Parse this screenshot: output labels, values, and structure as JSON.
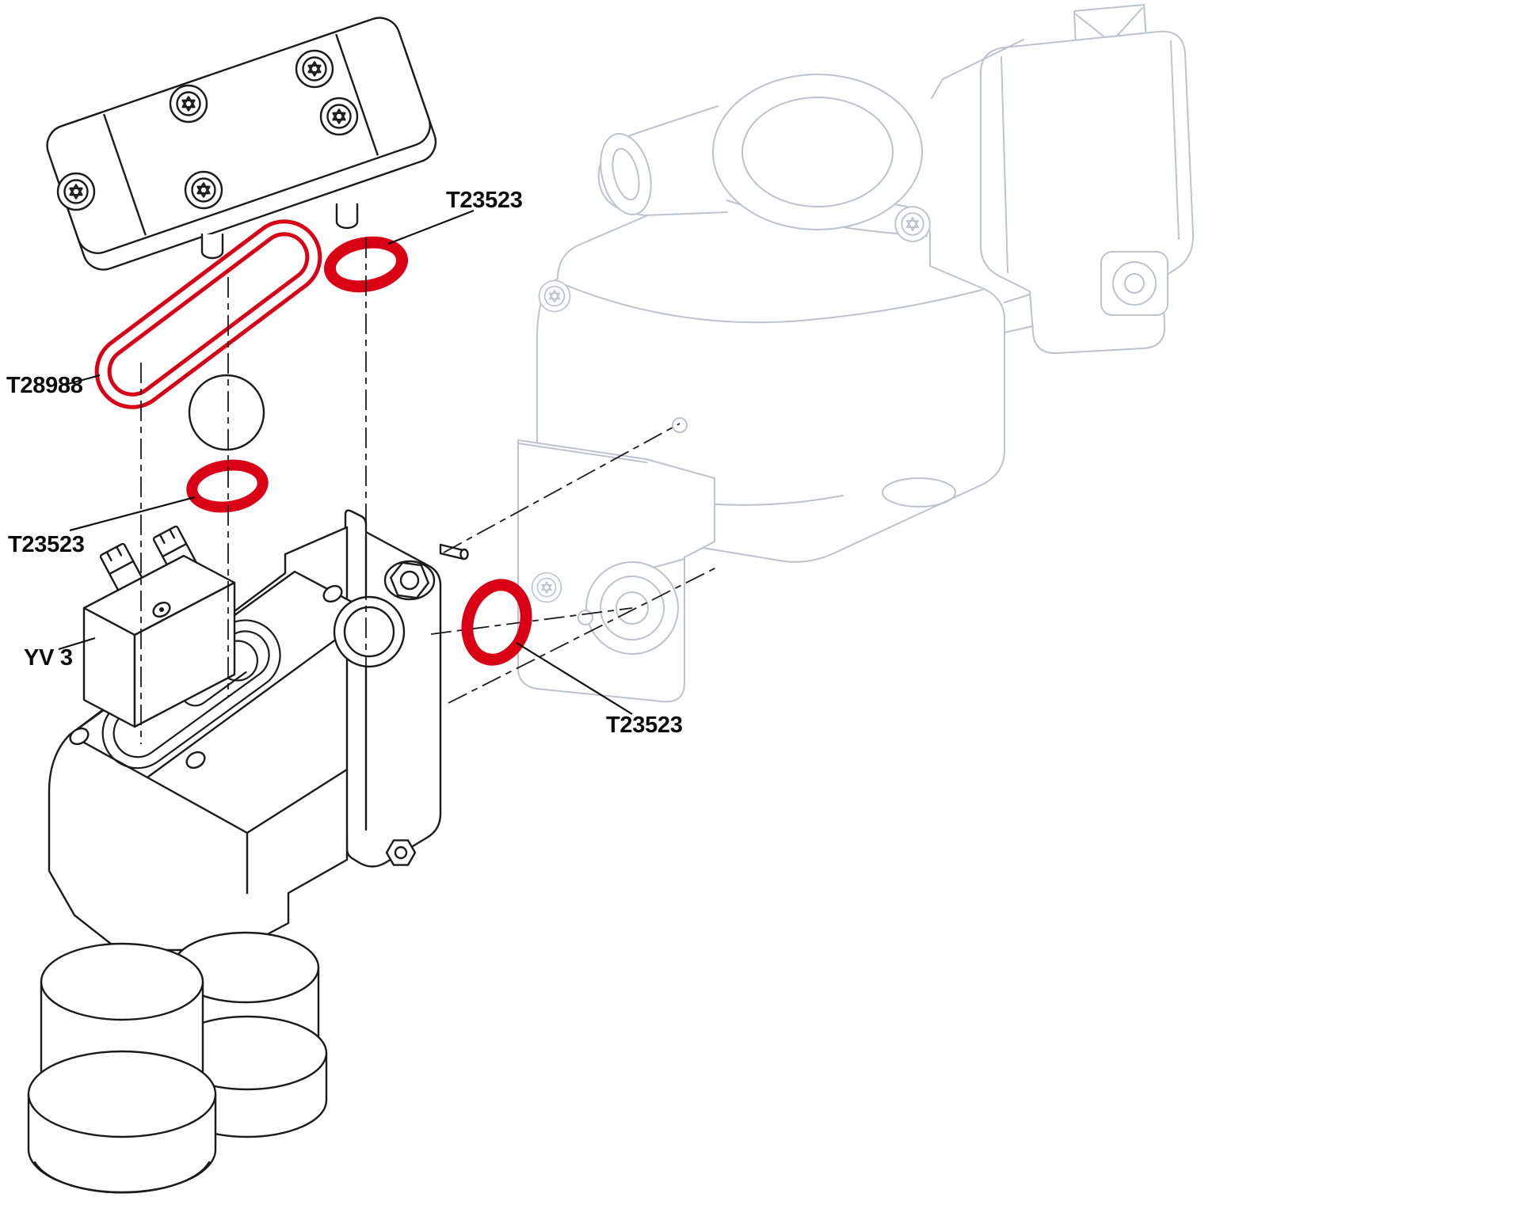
{
  "diagram": {
    "type": "exploded-parts-diagram",
    "subject": "solenoid-valve-exploded-view-with-seals",
    "labels": {
      "oring_top": "T23523",
      "gasket": "T28988",
      "oring_mid": "T23523",
      "valve": "YV 3",
      "oring_side": "T23523"
    },
    "colors": {
      "highlight_red": "#d90016",
      "line_black": "#1a1a1a",
      "ghost_gray": "#bcc3cd",
      "background": "#ffffff"
    }
  }
}
